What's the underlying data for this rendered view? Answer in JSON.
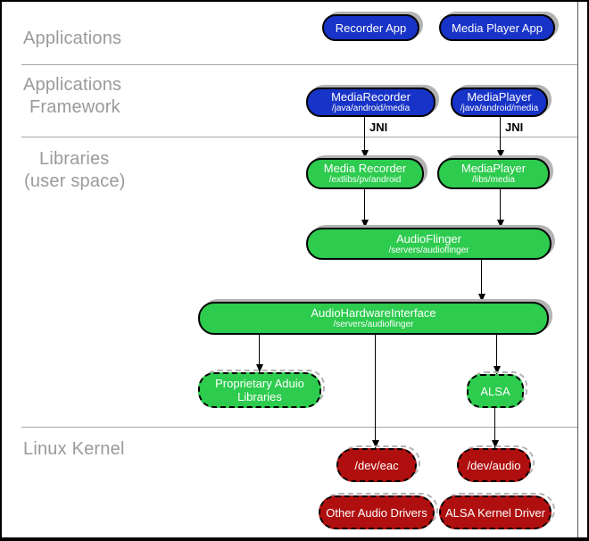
{
  "layers": {
    "applications": {
      "label": "Applications"
    },
    "framework": {
      "label_line1": "Applications",
      "label_line2": "Framework"
    },
    "libraries": {
      "label_line1": "Libraries",
      "label_line2": "(user space)"
    },
    "kernel": {
      "label": "Linux Kernel"
    }
  },
  "connection_labels": {
    "jni": "JNI"
  },
  "nodes": {
    "recorder_app": {
      "label": "Recorder App"
    },
    "media_player_app": {
      "label": "Media Player App"
    },
    "media_recorder_framework": {
      "label": "MediaRecorder",
      "path": "/java/android/media"
    },
    "media_player_framework": {
      "label": "MediaPlayer",
      "path": "/java/android/media"
    },
    "media_recorder_lib": {
      "label": "Media Recorder",
      "path": "/extlibs/pv/android"
    },
    "media_player_lib": {
      "label": "MediaPlayer",
      "path": "/libs/media"
    },
    "audio_flinger": {
      "label": "AudioFlinger",
      "path": "/servers/audioflinger"
    },
    "audio_hardware_interface": {
      "label": "AudioHardwareInterface",
      "path": "/servers/audioflinger"
    },
    "proprietary_audio_libraries": {
      "label": "Proprietary Aduio\nLibraries"
    },
    "alsa": {
      "label": "ALSA"
    },
    "dev_eac": {
      "label": "/dev/eac"
    },
    "dev_audio": {
      "label": "/dev/audio"
    },
    "other_audio_drivers": {
      "label": "Other Audio Drivers"
    },
    "alsa_kernel_driver": {
      "label": "ALSA Kernel Driver"
    }
  },
  "colors": {
    "blue": "#1833c7",
    "green": "#2dcb4e",
    "red": "#b00f0f",
    "shadow": "#b3b3b3",
    "label_gray": "#9a9a9a",
    "separator": "#a6a6a6"
  }
}
